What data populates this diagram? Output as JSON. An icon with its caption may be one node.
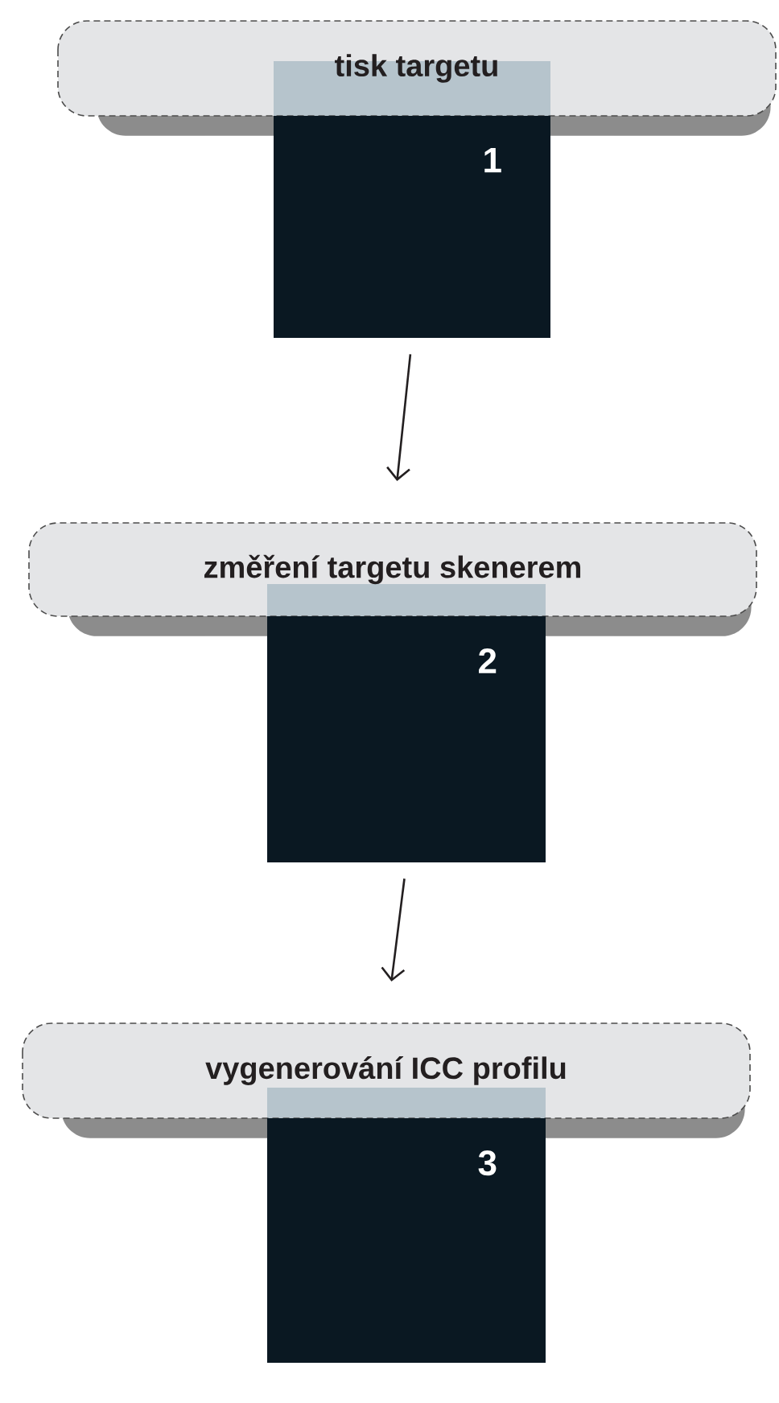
{
  "diagram": {
    "nodes": [
      {
        "text": [
          "tisk targetu"
        ]
      },
      {
        "text": [
          "1"
        ]
      },
      {
        "text": [
          "změření targetu skenerem"
        ]
      },
      {
        "text": [
          "2"
        ]
      },
      {
        "text": [
          "vygenerování ICC profilu"
        ]
      },
      {
        "text": [
          "3"
        ]
      }
    ],
    "edges": [
      {
        "from": 1,
        "to": 2,
        "arrow": "to"
      },
      {
        "from": 3,
        "to": 4,
        "arrow": "to"
      }
    ]
  }
}
